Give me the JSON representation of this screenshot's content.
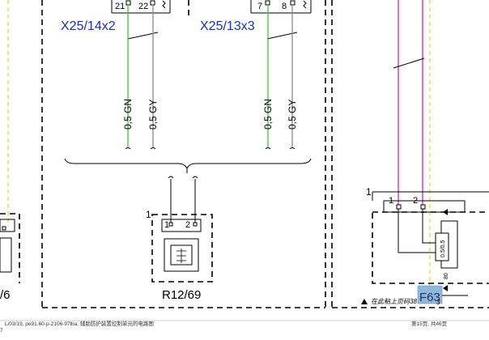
{
  "connectors": [
    {
      "label": "X25/14x2",
      "pins": [
        "21",
        "22"
      ]
    },
    {
      "label": "X25/13x3",
      "pins": [
        "7",
        "8"
      ]
    }
  ],
  "wires": [
    {
      "label": "0,5 GN",
      "color": "#33cc33"
    },
    {
      "label": "0,5 GY",
      "color": "#8a8a8a"
    },
    {
      "label": "0,5 GN",
      "color": "#33cc33"
    },
    {
      "label": "0,5 GY",
      "color": "#8a8a8a"
    }
  ],
  "sensor": {
    "label": "R12/69",
    "index": "1",
    "pins": [
      "1",
      "2"
    ],
    "symbol": "R12/69"
  },
  "right_component": {
    "index": "1",
    "pins": [
      "1",
      "2"
    ],
    "inner_label": "0.5/0.5",
    "side_label": "80"
  },
  "left_partial": {
    "label": "/6"
  },
  "badge": {
    "label": "F63"
  },
  "note": {
    "text": "在此粘上页码38",
    "suffix": "3"
  },
  "footer": {
    "left": "L/03/19, pe91.60-p-2106-97lba, 辅助防护装置控制单元的电路图",
    "right": "第15页, 共46页",
    "corner": "7"
  },
  "colors": {
    "magenta": "#cc33cc",
    "yellow_dash": "#e8d84a",
    "badge_fill": "#8fb8d8"
  }
}
